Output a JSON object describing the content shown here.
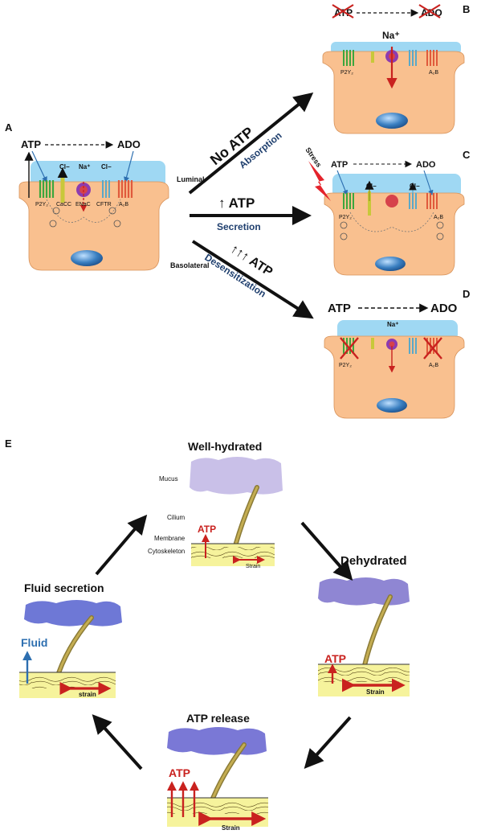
{
  "panel_labels": {
    "a": "A",
    "b": "B",
    "c": "C",
    "d": "D",
    "e": "E"
  },
  "atp": "ATP",
  "ado": "ADO",
  "cl": "Cl−",
  "na": "Na⁺",
  "p2y2": "P2Y₂",
  "a2b": "A₂B",
  "cacc": "CaCC",
  "enac": "ENaC",
  "cftr": "CFTR",
  "luminal": "Luminal",
  "basolateral": "Basolateral",
  "stress": "Stress",
  "arrows": {
    "no_atp": "No ATP",
    "absorption": "Absorption",
    "up_atp": "↑ ATP",
    "secretion": "Secretion",
    "upupup_atp": "↑↑↑ ATP",
    "desensitization": "Desensitization"
  },
  "cycle": {
    "well_hydrated": "Well-hydrated",
    "dehydrated": "Dehydrated",
    "atp_release": "ATP release",
    "fluid_secretion": "Fluid secretion",
    "mucus": "Mucus",
    "cilium": "Cilium",
    "membrane": "Membrane",
    "cytoskeleton": "Cytoskeleton",
    "strain": "Strain",
    "strain_lower": "strain",
    "fluid": "Fluid"
  },
  "colors": {
    "cell": "#f9c08f",
    "lumen": "#9fd8f3",
    "nucleus": "#3a7fc1",
    "yellow": "#f6f39c",
    "red": "#c9221f",
    "blue_label": "#2d5fa6",
    "arrow_text": "#1f3f6e",
    "mucus_light": "#c9c0e8",
    "mucus_dark": "#7673cf",
    "green": "#3da63d"
  }
}
